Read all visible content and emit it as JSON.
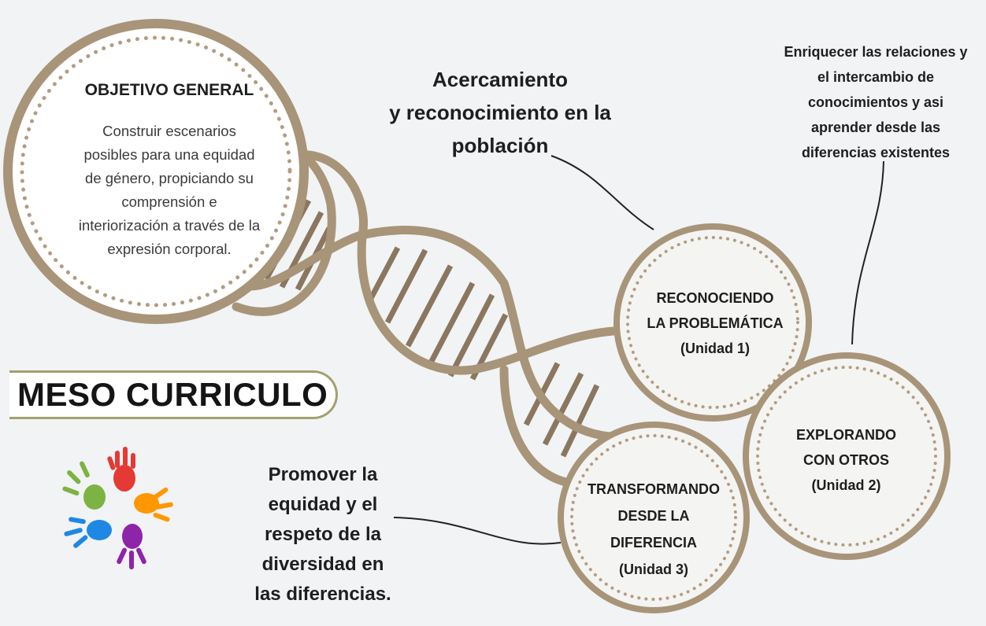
{
  "objective": {
    "title": "OBJETIVO GENERAL",
    "body_lines": [
      "Construir escenarios",
      "posibles para una equidad",
      "de género, propiciando su",
      "comprensión e",
      "interiorización a través de la",
      "expresión corporal."
    ]
  },
  "badge": {
    "label": "MESO CURRICULO"
  },
  "callouts": {
    "acercamiento": [
      "Acercamiento",
      "y reconocimiento en la",
      "población"
    ],
    "enriquecer": [
      "Enriquecer las relaciones y",
      "el intercambio de",
      "conocimientos y asi",
      "aprender desde las",
      "diferencias existentes"
    ],
    "promover": [
      "Promover la",
      "equidad y el",
      "respeto de la",
      "diversidad en",
      "las diferencias."
    ]
  },
  "units": [
    {
      "lines": [
        "RECONOCIENDO",
        "LA PROBLEMÁTICA",
        "(Unidad 1)"
      ]
    },
    {
      "lines": [
        "EXPLORANDO",
        "CON OTROS",
        "(Unidad 2)"
      ]
    },
    {
      "lines": [
        "TRANSFORMANDO",
        "DESDE LA",
        "DIFERENCIA",
        "(Unidad 3)"
      ]
    }
  ],
  "colors": {
    "background": "#f1f3f5",
    "helix": "#a89478",
    "hatch": "#8b7660",
    "ring_dots": "#b49c82",
    "badge_border": "#a3a06e"
  },
  "icons": [
    "hands-circle-icon"
  ]
}
